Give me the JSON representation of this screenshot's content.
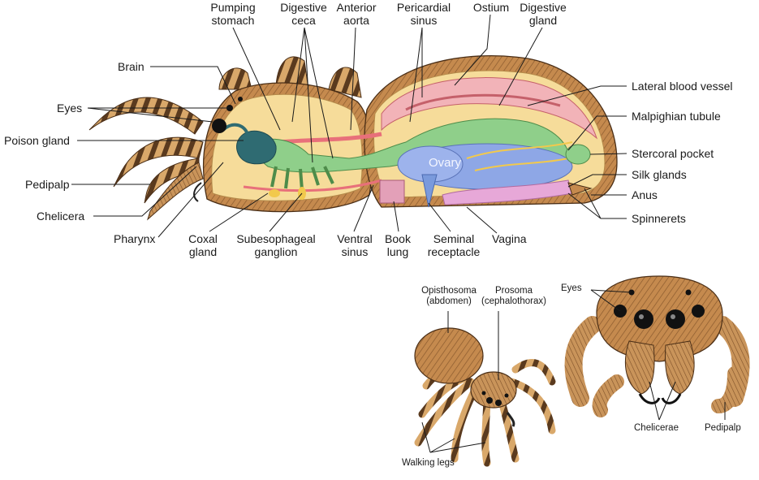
{
  "colors": {
    "leader": "#1a1a1a",
    "exoskeleton": "#c58a4e",
    "hair_dark": "#5a3a1e",
    "body_fill": "#f6dc9a",
    "heart": "#e8707a",
    "gut": "#8fcf8a",
    "nerve": "#f2c94c",
    "ovary": "#8ea7e6",
    "silk": "#e7a8d8"
  },
  "icons": [
    "spider-cross-section",
    "spider-habitus",
    "spider-face"
  ],
  "labels": {
    "pumping_stomach": "Pumping\nstomach",
    "digestive_ceca": "Digestive\nceca",
    "anterior_aorta": "Anterior\naorta",
    "pericardial_sinus": "Pericardial\nsinus",
    "ostium": "Ostium",
    "digestive_gland": "Digestive\ngland",
    "brain": "Brain",
    "eyes_section": "Eyes",
    "poison_gland": "Poison gland",
    "pedipalp_section": "Pedipalp",
    "chelicera": "Chelicera",
    "lateral_blood_vessel": "Lateral blood vessel",
    "malpighian_tubule": "Malpighian tubule",
    "stercoral_pocket": "Stercoral pocket",
    "silk_glands": "Silk glands",
    "anus": "Anus",
    "spinnerets": "Spinnerets",
    "ovary": "Ovary",
    "pharynx": "Pharynx",
    "coxal_gland": "Coxal\ngland",
    "subesophageal_ganglion": "Subesophageal\nganglion",
    "ventral_sinus": "Ventral\nsinus",
    "book_lung": "Book\nlung",
    "seminal_receptacle": "Seminal\nreceptacle",
    "vagina": "Vagina",
    "opisthosoma": "Opisthosoma\n(abdomen)",
    "prosoma": "Prosoma\n(cephalothorax)",
    "walking_legs": "Walking legs",
    "eyes_face": "Eyes",
    "chelicerae": "Chelicerae",
    "pedipalp_face": "Pedipalp"
  }
}
